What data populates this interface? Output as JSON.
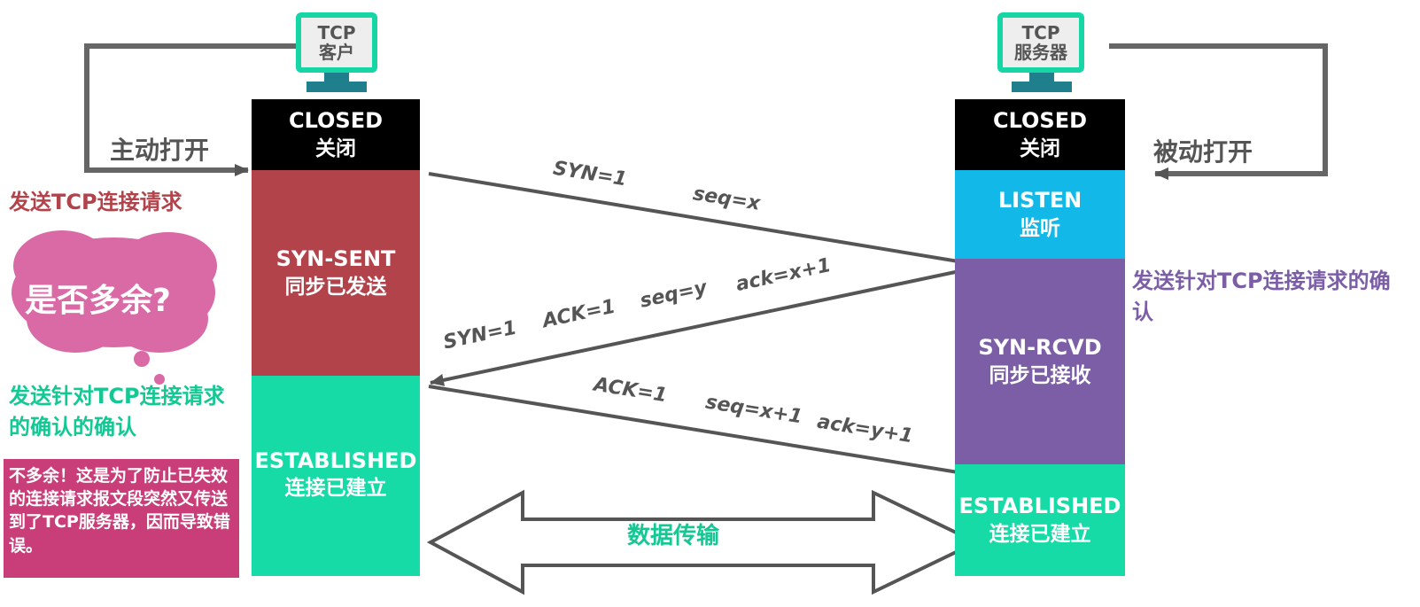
{
  "client": {
    "computer_label": [
      "TCP",
      "客户"
    ],
    "open_label": "主动打开",
    "send_request_label": "发送TCP连接请求",
    "states": {
      "closed": {
        "en": "CLOSED",
        "zh": "关闭"
      },
      "syn_sent": {
        "en": "SYN-SENT",
        "zh": "同步已发送"
      },
      "established": {
        "en": "ESTABLISHED",
        "zh": "连接已建立"
      }
    },
    "question": "是否多余?",
    "ack_of_ack_label": "发送针对TCP连接请求的确认的确认",
    "answer_note": "不多余！这是为了防止已失效的连接请求报文段突然又传送到了TCP服务器，因而导致错误。"
  },
  "server": {
    "computer_label": [
      "TCP",
      "服务器"
    ],
    "open_label": "被动打开",
    "ack_label": "发送针对TCP连接请求的确认",
    "states": {
      "closed": {
        "en": "CLOSED",
        "zh": "关闭"
      },
      "listen": {
        "en": "LISTEN",
        "zh": "监听"
      },
      "syn_rcvd": {
        "en": "SYN-RCVD",
        "zh": "同步已接收"
      },
      "established": {
        "en": "ESTABLISHED",
        "zh": "连接已建立"
      }
    }
  },
  "messages": {
    "m1": {
      "syn": "SYN=1",
      "seq": "seq=x"
    },
    "m2": {
      "syn": "SYN=1",
      "ack_flag": "ACK=1",
      "seq": "seq=y",
      "ack": "ack=x+1"
    },
    "m3": {
      "ack_flag": "ACK=1",
      "seq": "seq=x+1",
      "ack": "ack=y+1"
    }
  },
  "data_transfer_label": "数据传输",
  "colors": {
    "closed": "#000000",
    "syn_sent": "#b3434b",
    "established": "#16dba6",
    "listen": "#12b8e8",
    "syn_rcvd": "#7b5ea6",
    "client_red": "#b3434b",
    "server_purple": "#7b5ea6",
    "green_text": "#14c894",
    "pink_note": "#c93d78",
    "cloud": "#d96aa6",
    "arrow_gray": "#555555"
  }
}
